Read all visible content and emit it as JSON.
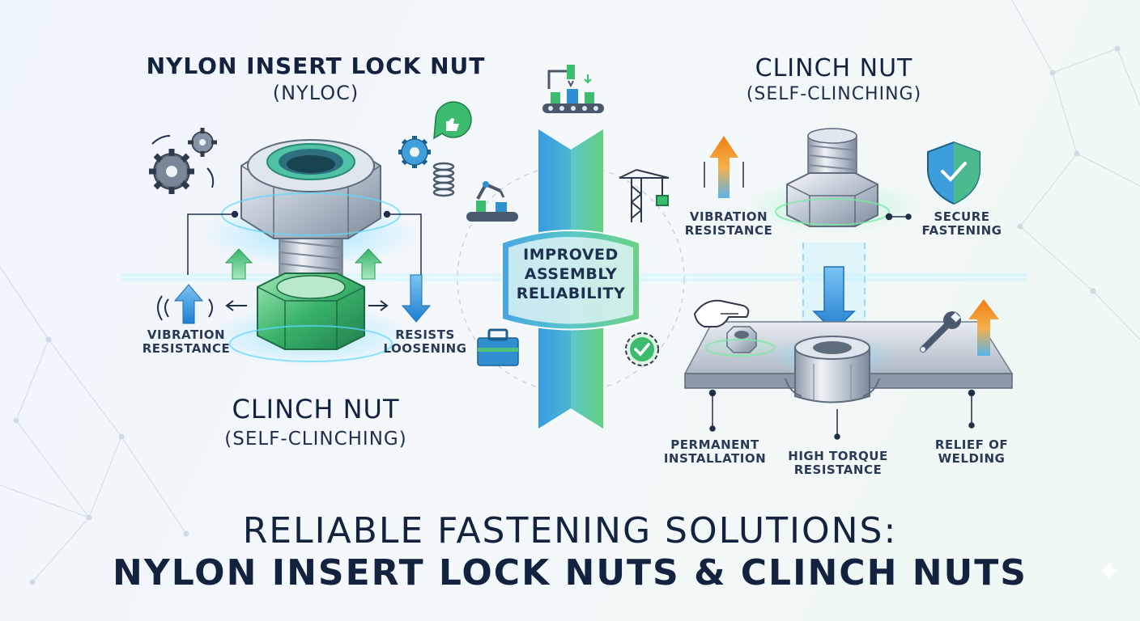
{
  "left": {
    "title": "NYLON INSERT LOCK NUT",
    "subtitle": "(NYLOC)",
    "label_vibration": [
      "VIBRATION",
      "RESISTANCE"
    ],
    "label_loosening": [
      "RESISTS",
      "LOOSENING"
    ],
    "bottom_title": "CLINCH NUT",
    "bottom_subtitle": "(SELF-CLINCHING)"
  },
  "center": {
    "label": [
      "IMPROVED",
      "ASSEMBLY",
      "RELIABILITY"
    ]
  },
  "right": {
    "title": "CLINCH NUT",
    "subtitle": "(SELF-CLINCHING)",
    "label_vibration": [
      "VIBRATION",
      "RESISTANCE"
    ],
    "label_secure": [
      "SECURE",
      "FASTENING"
    ],
    "label_permanent": [
      "PERMANENT",
      "INSTALLATION"
    ],
    "label_torque": [
      "HIGH TORQUE",
      "RESISTANCE"
    ],
    "label_welding": [
      "RELIEF OF",
      "WELDING"
    ]
  },
  "footer": {
    "line1": "RELIABLE FASTENING SOLUTIONS:",
    "line2": "NYLON INSERT LOCK NUTS & CLINCH NUTS"
  },
  "colors": {
    "navy": "#13233f",
    "blue": "#2d8fd8",
    "green": "#3dbb6e",
    "orange": "#f28a1f",
    "steel": "#b8c3cf"
  }
}
